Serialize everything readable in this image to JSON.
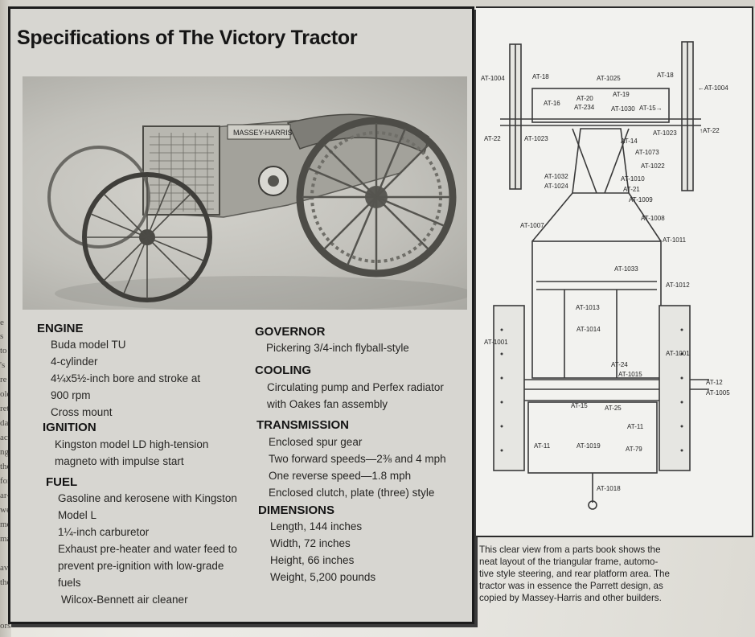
{
  "spec_title": "Specifications of The Victory Tractor",
  "photo_label": "MASSEY-HARRIS",
  "sections": {
    "engine": {
      "heading": "ENGINE",
      "lines": [
        "Buda model TU",
        "4-cylinder",
        "4¼x5½-inch bore and stroke at",
        "900 rpm",
        "Cross mount"
      ]
    },
    "ignition": {
      "heading": "IGNITION",
      "lines": [
        "Kingston model LD high-tension",
        "magneto with impulse start"
      ]
    },
    "fuel": {
      "heading": "FUEL",
      "lines": [
        "Gasoline and kerosene with Kingston",
        "Model L",
        "1¼-inch carburetor",
        "Exhaust pre-heater and water feed to",
        "prevent pre-ignition with low-grade",
        "fuels",
        "Wilcox-Bennett air cleaner"
      ]
    },
    "governor": {
      "heading": "GOVERNOR",
      "lines": [
        "Pickering 3/4-inch flyball-style"
      ]
    },
    "cooling": {
      "heading": "COOLING",
      "lines": [
        "Circulating pump and Perfex radiator",
        "with Oakes fan assembly"
      ]
    },
    "transmission": {
      "heading": "TRANSMISSION",
      "lines": [
        "Enclosed spur gear",
        "Two forward speeds—2⅜ and 4 mph",
        "One reverse speed—1.8 mph",
        "Enclosed clutch, plate (three) style"
      ]
    },
    "dimensions": {
      "heading": "DIMENSIONS",
      "lines": [
        "Length, 144 inches",
        "Width, 72 inches",
        "Height, 66 inches",
        "Weight, 5,200 pounds"
      ]
    }
  },
  "diagram_labels": {
    "at1004_l": "AT-1004",
    "at18_l": "AT-18",
    "at1025": "AT-1025",
    "at18_r": "AT-18",
    "at1004_r": "←AT-1004",
    "at16": "AT-16",
    "at20": "AT-20",
    "at19": "AT-19",
    "at234": "AT-234",
    "at1030": "AT-1030",
    "at15t": "AT-15→",
    "at22_l": "AT-22",
    "at1023_l": "AT-1023",
    "at1023_r": "AT-1023",
    "at22_r": "↑AT-22",
    "at14": "AT-14",
    "at1073": "AT-1073",
    "at1022": "AT-1022",
    "at1032": "AT-1032",
    "at1010": "AT-1010",
    "at1024": "AT-1024",
    "at21": "AT-21",
    "at1009": "AT-1009",
    "at1007": "AT-1007",
    "at1008": "AT-1008",
    "at1011": "AT-1011",
    "at1033": "AT-1033",
    "at1012": "AT-1012",
    "at1013": "AT-1013",
    "at1014": "AT-1014",
    "at1001_l": "AT-1001",
    "at1001_r": "AT-1001",
    "at24": "AT-24",
    "at1015": "AT-1015",
    "at12": "AT-12",
    "at1005": "AT-1005",
    "at15b": "AT-15",
    "at25": "AT-25",
    "at11_r": "AT-11",
    "at11_l": "AT-11",
    "at1019": "AT-1019",
    "at79": "AT-79",
    "at1018": "AT-1018"
  },
  "caption_lines": [
    "This clear view from a parts book shows the",
    "neat layout of the triangular frame, automo-",
    "tive style steering, and rear platform area. The",
    "tractor was in essence the Parrett design, as",
    "copied by Massey-Harris and other builders."
  ],
  "left_page_fragments": [
    "e",
    "s",
    "to",
    "'s",
    "re",
    "old",
    "ret",
    "das",
    "ac-",
    "ng,",
    "the",
    "for",
    "ar-",
    "we",
    "me",
    "ma-",
    "ave",
    "the",
    "ors"
  ]
}
